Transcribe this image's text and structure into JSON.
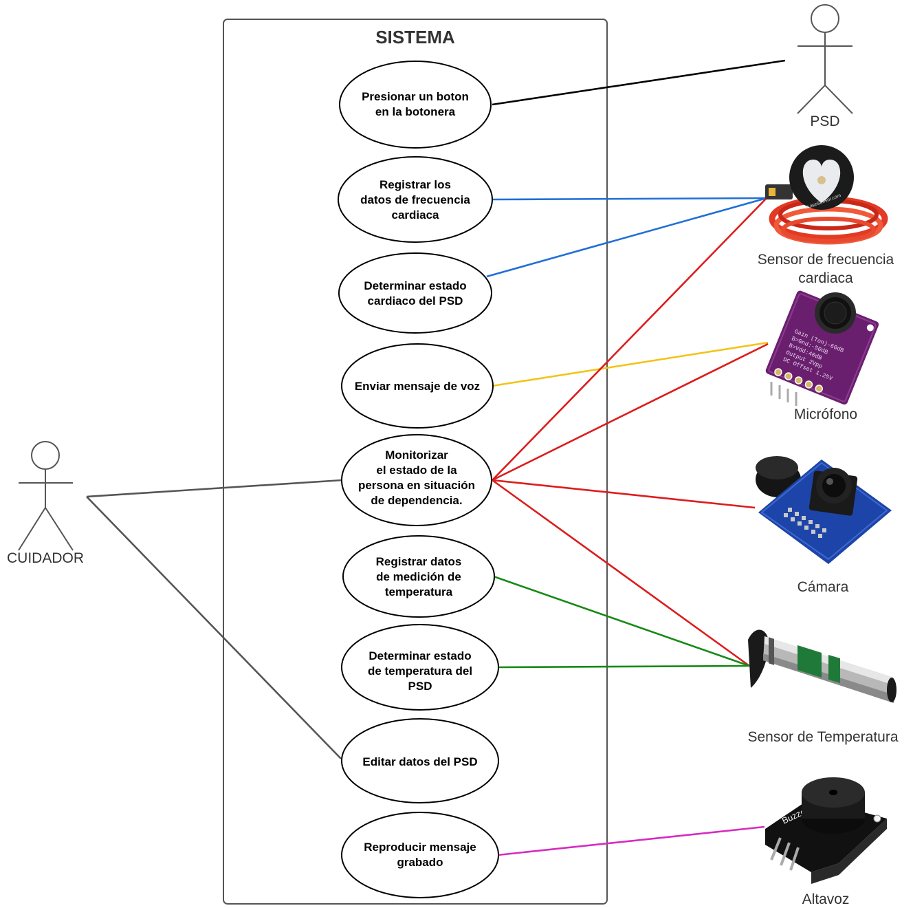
{
  "system": {
    "title": "SISTEMA"
  },
  "actors": {
    "psd": "PSD",
    "cuidador": "CUIDADOR",
    "heart_sensor": [
      "Sensor de frecuencia",
      "cardiaca"
    ],
    "microphone": "Micrófono",
    "camera": "Cámara",
    "temp_sensor": "Sensor de Temperatura",
    "speaker": "Altavoz"
  },
  "use_cases": [
    {
      "id": "uc-presionar-boton",
      "lines": [
        "Presionar un boton",
        "en la botonera"
      ]
    },
    {
      "id": "uc-registrar-frecuencia",
      "lines": [
        "Registrar los",
        "datos de frecuencia",
        "cardiaca"
      ]
    },
    {
      "id": "uc-determinar-cardiaco",
      "lines": [
        "Determinar estado",
        "cardiaco del PSD"
      ]
    },
    {
      "id": "uc-enviar-voz",
      "lines": [
        "Enviar mensaje de voz"
      ]
    },
    {
      "id": "uc-monitorizar",
      "lines": [
        "Monitorizar",
        "el estado de la",
        "persona en situación",
        "de dependencia."
      ]
    },
    {
      "id": "uc-registrar-temperatura",
      "lines": [
        "Registrar datos",
        "de medición de",
        "temperatura"
      ]
    },
    {
      "id": "uc-determinar-temperatura",
      "lines": [
        "Determinar estado",
        "de temperatura del",
        "PSD"
      ]
    },
    {
      "id": "uc-editar-datos",
      "lines": [
        "Editar datos del PSD"
      ]
    },
    {
      "id": "uc-reproducir",
      "lines": [
        "Reproducir mensaje",
        "grabado"
      ]
    }
  ],
  "device_labels": {
    "heart_sensor": "PulseSensor.com",
    "microphone": [
      "Gain (Ton)-60dB",
      "B=Gnd:-50dB",
      "B=Vdd:40dB",
      "Output 2Vpp",
      "DC Offset 1.25V"
    ],
    "speaker": "Buzzer"
  },
  "colors": {
    "frame": "#555555",
    "black_link": "#000000",
    "blue_link": "#1f6fd6",
    "red_link": "#dd1c1c",
    "yellow_link": "#f2c418",
    "green_link": "#168a16",
    "magenta_link": "#d62bc1",
    "gray_link": "#555555"
  }
}
